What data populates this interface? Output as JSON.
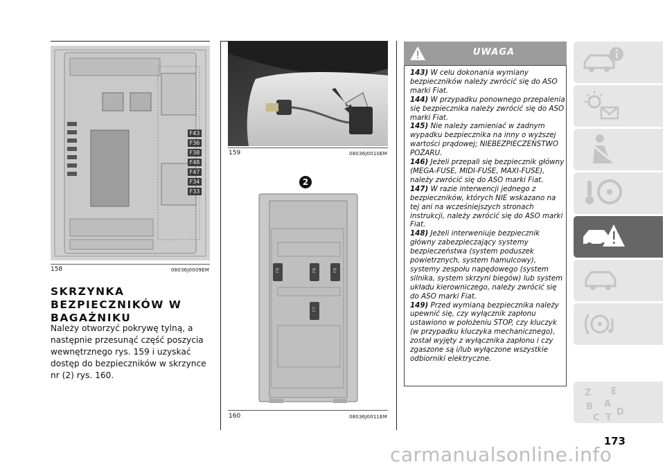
{
  "figures": {
    "fig158": {
      "number": "158",
      "code": "08036J0009EM",
      "fuse_labels": [
        "F43",
        "F36",
        "F38",
        "F48",
        "F47",
        "F34",
        "F33"
      ]
    },
    "fig159": {
      "number": "159",
      "code": "08036J0010EM"
    },
    "fig160": {
      "number": "160",
      "code": "08036J0011EM",
      "badge": "2",
      "fuse_labels": [
        "F9",
        "F8",
        "F8",
        "F7"
      ]
    }
  },
  "section": {
    "heading_lines": [
      "SKRZYNKA",
      "BEZPIECZNIKÓW W",
      "BAGAŻNIKU"
    ],
    "body": "Należy otworzyć pokrywę tylną, a następnie przesunąć część poszycia wewnętrznego rys. 159 i uzyskać dostęp do bezpieczników w skrzynce nr (2) rys. 160."
  },
  "warning": {
    "title": "UWAGA",
    "items": [
      {
        "num": "143)",
        "text": "W celu dokonania wymiany bezpieczników należy zwrócić się do ASO marki Fiat."
      },
      {
        "num": "144)",
        "text": "W przypadku ponownego przepalenia się bezpiecznika należy zwrócić się do ASO marki Fiat."
      },
      {
        "num": "145)",
        "text": "Nie należy zamieniać w żadnym wypadku bezpiecznika na inny o wyższej wartości prądowej; NIEBEZPIECZEŃSTWO POŻARU."
      },
      {
        "num": "146)",
        "text": "Jeżeli przepali się bezpiecznik główny (MEGA-FUSE, MIDI-FUSE, MAXI-FUSE), należy zwrócić się do ASO marki Fiat."
      },
      {
        "num": "147)",
        "text": "W razie interwencji jednego z bezpieczników, których NIE wskazano na tej ani na wcześniejszych stronach instrukcji, należy zwrócić się do ASO marki Fiat."
      },
      {
        "num": "148)",
        "text": "Jeżeli interweniuje bezpiecznik główny zabezpieczający systemy bezpieczeństwa (system poduszek powietrznych, system hamulcowy), systemy zespołu napędowego (system silnika, system skrzyni biegów) lub system układu kierowniczego, należy zwrócić się do ASO marki Fiat."
      },
      {
        "num": "149)",
        "text": "Przed wymianą bezpiecznika należy upewnić się, czy wyłącznik zapłonu ustawiono w położeniu STOP, czy kluczyk (w przypadku kluczyka mechanicznego), został wyjęty z wyłącznika zapłonu i czy zgaszone są i/lub wyłączone wszystkie odbiorniki elektryczne."
      }
    ]
  },
  "side_tabs": [
    {
      "icon": "car-info-icon",
      "active": false
    },
    {
      "icon": "dashboard-lights-icon",
      "active": false
    },
    {
      "icon": "seat-airbag-icon",
      "active": false
    },
    {
      "icon": "key-steering-icon",
      "active": false
    },
    {
      "icon": "emergency-car-icon",
      "active": true
    },
    {
      "icon": "car-maintenance-icon",
      "active": false
    },
    {
      "icon": "multimedia-icon",
      "active": false
    },
    {
      "icon": "index-abc-icon",
      "active": false
    }
  ],
  "tab_letters": [
    "Z",
    "E",
    "A",
    "B",
    "C",
    "D",
    "T"
  ],
  "page_number": "173",
  "watermark": "carmanualsonline.info"
}
